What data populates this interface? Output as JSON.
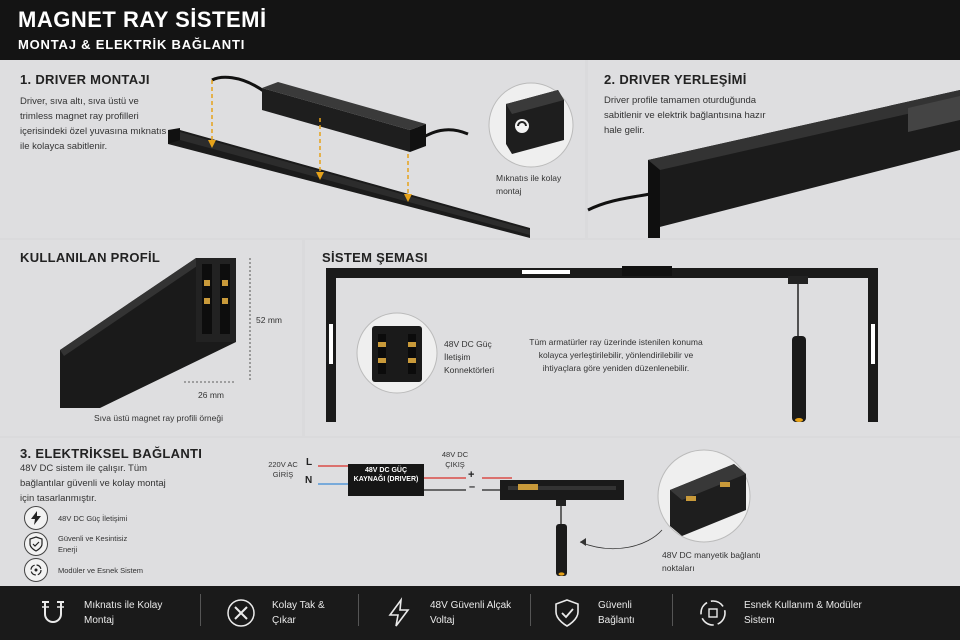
{
  "header": {
    "title": "MAGNET RAY SİSTEMİ",
    "subtitle": "MONTAJ & ELEKTRİK BAĞLANTI"
  },
  "section1": {
    "title": "1. DRIVER MONTAJI",
    "text": "Driver, sıva altı, sıva üstü ve trimless magnet ray profilleri içerisindeki özel yuvasına mıknatıs ile kolayca sabitlenir.",
    "callout": "Mıknatıs ile kolay montaj"
  },
  "section2": {
    "title": "2. DRIVER YERLEŞİMİ",
    "text": "Driver profile tamamen oturduğunda sabitlenir ve elektrik bağlantısına hazır hale gelir."
  },
  "profile": {
    "title": "KULLANILAN PROFİL",
    "height": "52 mm",
    "width": "26 mm",
    "caption": "Sıva üstü magnet ray profili örneği"
  },
  "schema": {
    "title": "SİSTEM ŞEMASI",
    "connector_label": "48V DC Güç İletişim Konnektörleri",
    "text": "Tüm armatürler ray üzerinde istenilen konuma kolayca yerleştirilebilir, yönlendirilebilir ve ihtiyaçlara göre yeniden düzenlenebilir."
  },
  "section3": {
    "title": "3. ELEKTRİKSEL BAĞLANTI",
    "text": "48V DC sistem ile çalışır. Tüm bağlantılar güvenli ve kolay montaj için tasarlanmıştır.",
    "features": [
      {
        "label": "48V DC Güç İletişimi",
        "icon": "bolt-icon"
      },
      {
        "label": "Güvenli ve Kesintisiz Enerji",
        "icon": "shield-check-icon"
      },
      {
        "label": "Modüler ve Esnek Sistem",
        "icon": "modular-cycle-icon"
      }
    ],
    "input_label": "220V AC GİRİŞ",
    "l_label": "L",
    "n_label": "N",
    "driver_label": "48V DC GÜÇ KAYNAĞI (DRIVER)",
    "output_label": "48V DC ÇIKIŞ",
    "plus": "+",
    "minus": "–",
    "detail_label": "48V DC manyetik bağlantı noktaları"
  },
  "footer": {
    "items": [
      {
        "label": "Mıknatıs ile Kolay Montaj",
        "icon": "magnet-icon"
      },
      {
        "label": "Kolay Tak & Çıkar",
        "icon": "tools-icon"
      },
      {
        "label": "48V Güvenli Alçak Voltaj",
        "icon": "bolt-icon"
      },
      {
        "label": "Güvenli Bağlantı",
        "icon": "shield-check-icon"
      },
      {
        "label": "Esnek Kullanım & Modüler Sistem",
        "icon": "modular-cycle-icon"
      }
    ]
  },
  "colors": {
    "header_bg": "#141414",
    "footer_bg": "#1a1a1a",
    "accent_arrow": "#e6a21a",
    "wire_red": "#d9302b",
    "wire_blue": "#3b8ad6",
    "panel_bg": "#dedee0"
  }
}
